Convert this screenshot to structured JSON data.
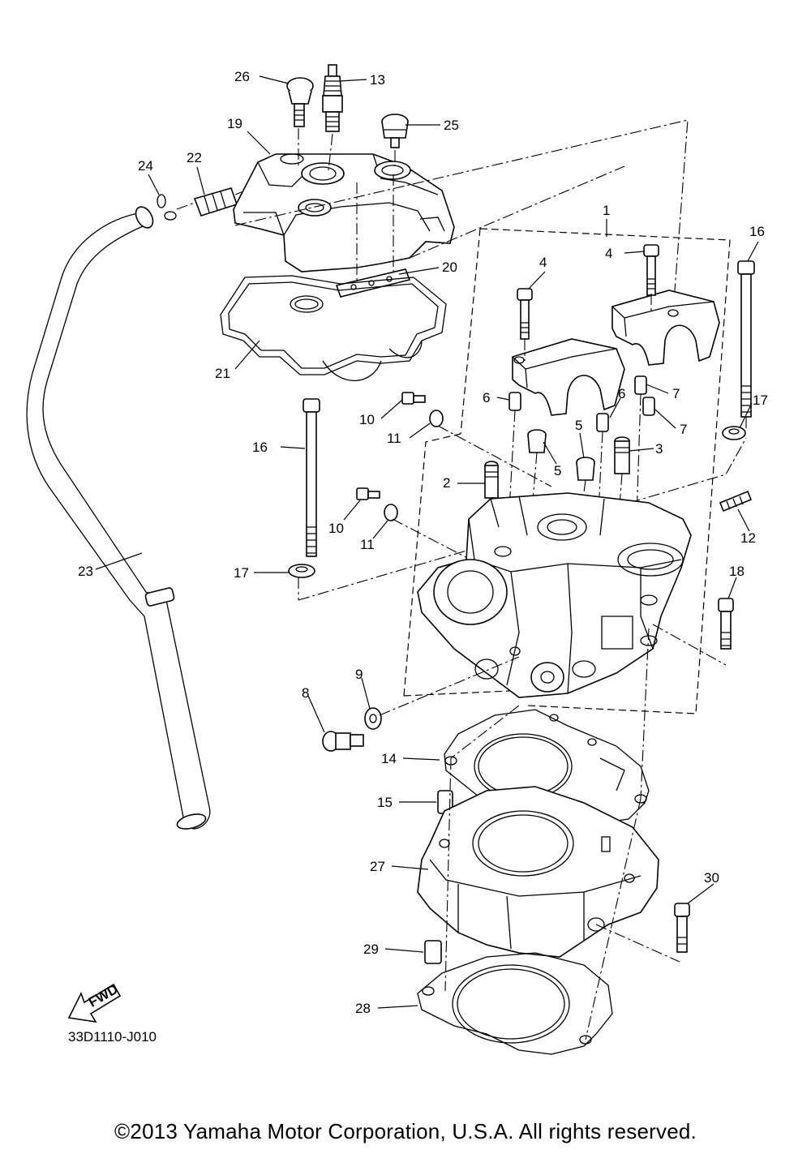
{
  "diagram": {
    "code": "33D1110-J010",
    "copyright": "©2013 Yamaha Motor Corporation, U.S.A. All rights reserved.",
    "fwd_label": "FWD",
    "callouts": [
      {
        "id": "c26",
        "text": "26"
      },
      {
        "id": "c13",
        "text": "13"
      },
      {
        "id": "c25",
        "text": "25"
      },
      {
        "id": "c19",
        "text": "19"
      },
      {
        "id": "c24",
        "text": "24"
      },
      {
        "id": "c22",
        "text": "22"
      },
      {
        "id": "c1",
        "text": "1"
      },
      {
        "id": "c16a",
        "text": "16"
      },
      {
        "id": "c4a",
        "text": "4"
      },
      {
        "id": "c4b",
        "text": "4"
      },
      {
        "id": "c20",
        "text": "20"
      },
      {
        "id": "c21",
        "text": "21"
      },
      {
        "id": "c7a",
        "text": "7"
      },
      {
        "id": "c17a",
        "text": "17"
      },
      {
        "id": "c6a",
        "text": "6"
      },
      {
        "id": "c6b",
        "text": "6"
      },
      {
        "id": "c10a",
        "text": "10"
      },
      {
        "id": "c11a",
        "text": "11"
      },
      {
        "id": "c7b",
        "text": "7"
      },
      {
        "id": "c16b",
        "text": "16"
      },
      {
        "id": "c5a",
        "text": "5"
      },
      {
        "id": "c3",
        "text": "3"
      },
      {
        "id": "c5b",
        "text": "5"
      },
      {
        "id": "c2",
        "text": "2"
      },
      {
        "id": "c12",
        "text": "12"
      },
      {
        "id": "c10b",
        "text": "10"
      },
      {
        "id": "c11b",
        "text": "11"
      },
      {
        "id": "c23",
        "text": "23"
      },
      {
        "id": "c17b",
        "text": "17"
      },
      {
        "id": "c18",
        "text": "18"
      },
      {
        "id": "c9",
        "text": "9"
      },
      {
        "id": "c8",
        "text": "8"
      },
      {
        "id": "c14",
        "text": "14"
      },
      {
        "id": "c15",
        "text": "15"
      },
      {
        "id": "c27",
        "text": "27"
      },
      {
        "id": "c30",
        "text": "30"
      },
      {
        "id": "c29",
        "text": "29"
      },
      {
        "id": "c28",
        "text": "28"
      }
    ]
  }
}
